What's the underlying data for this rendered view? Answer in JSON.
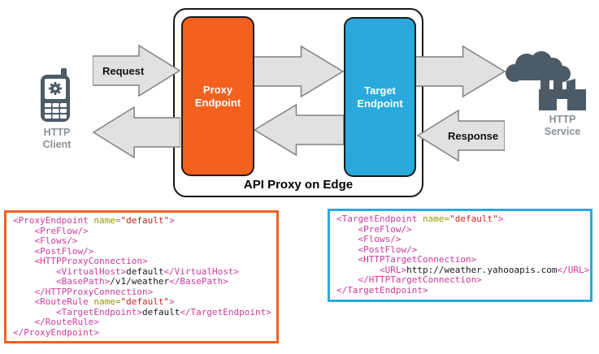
{
  "colors": {
    "orange": "#F4611E",
    "blue": "#29A9DC",
    "icon_slate": "#4D5B66",
    "icon_label_gray": "#8A9197",
    "arrow_fill": "#E1E1E1",
    "arrow_stroke": "#808080",
    "xml_tag": "#CE3A9D",
    "xml_attr_name": "#999900",
    "xml_attr_value": "#CC2222",
    "xml_text": "#1A1A1A"
  },
  "diagram": {
    "title": "API Proxy on Edge",
    "client_label": "HTTP\nClient",
    "service_label": "HTTP\nService",
    "proxy_endpoint_label": "Proxy\nEndpoint",
    "target_endpoint_label": "Target\nEndpoint",
    "request_label": "Request",
    "response_label": "Response"
  },
  "code_boxes": [
    {
      "name": "proxy-endpoint-xml",
      "accent": "orange",
      "lines": [
        [
          [
            "tag",
            "<ProxyEndpoint "
          ],
          [
            "attr",
            "name="
          ],
          [
            "val",
            "\"default\""
          ],
          [
            "tag",
            ">"
          ]
        ],
        [
          [
            "tag",
            "    <PreFlow/>"
          ]
        ],
        [
          [
            "tag",
            "    <Flows/>"
          ]
        ],
        [
          [
            "tag",
            "    <PostFlow/>"
          ]
        ],
        [
          [
            "tag",
            "    <HTTPProxyConnection>"
          ]
        ],
        [
          [
            "tag",
            "        <VirtualHost>"
          ],
          [
            "txt",
            "default"
          ],
          [
            "tag",
            "</VirtualHost>"
          ]
        ],
        [
          [
            "tag",
            "        <BasePath>"
          ],
          [
            "txt",
            "/v1/weather"
          ],
          [
            "tag",
            "</BasePath>"
          ]
        ],
        [
          [
            "tag",
            "    </HTTPProxyConnection>"
          ]
        ],
        [
          [
            "tag",
            "    <RouteRule "
          ],
          [
            "attr",
            "name="
          ],
          [
            "val",
            "\"default\""
          ],
          [
            "tag",
            ">"
          ]
        ],
        [
          [
            "tag",
            "        <TargetEndpoint>"
          ],
          [
            "txt",
            "default"
          ],
          [
            "tag",
            "</TargetEndpoint>"
          ]
        ],
        [
          [
            "tag",
            "    </RouteRule>"
          ]
        ],
        [
          [
            "tag",
            "</ProxyEndpoint>"
          ]
        ]
      ]
    },
    {
      "name": "target-endpoint-xml",
      "accent": "blue",
      "lines": [
        [
          [
            "tag",
            "<TargetEndpoint "
          ],
          [
            "attr",
            "name="
          ],
          [
            "val",
            "\"default\""
          ],
          [
            "tag",
            ">"
          ]
        ],
        [
          [
            "tag",
            "    <PreFlow/>"
          ]
        ],
        [
          [
            "tag",
            "    <Flows/>"
          ]
        ],
        [
          [
            "tag",
            "    <PostFlow/>"
          ]
        ],
        [
          [
            "tag",
            "    <HTTPTargetConnection>"
          ]
        ],
        [
          [
            "tag",
            "        <URL>"
          ],
          [
            "txt",
            "http://weather.yahooapis.com"
          ],
          [
            "tag",
            "</URL>"
          ]
        ],
        [
          [
            "tag",
            "    </HTTPTargetConnection>"
          ]
        ],
        [
          [
            "tag",
            "</TargetEndpoint>"
          ]
        ]
      ]
    }
  ]
}
